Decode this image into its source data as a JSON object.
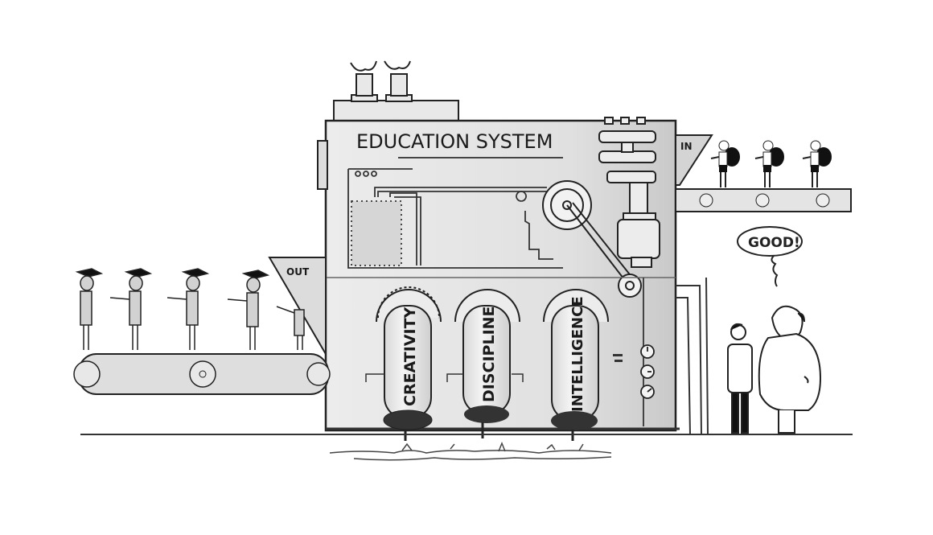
{
  "cartoon": {
    "machine": {
      "title": "EDUCATION SYSTEM",
      "input_sign": "IN",
      "output_sign": "OUT",
      "pipes": [
        {
          "label": "CREATIVITY"
        },
        {
          "label": "DISCIPLINE"
        },
        {
          "label": "INTELLIGENCE"
        }
      ]
    },
    "speech_bubble": {
      "text": "GOOD!"
    },
    "characters": {
      "input_kids_count": 3,
      "graduates_count": 5,
      "observers": [
        "child",
        "adult"
      ]
    },
    "colors": {
      "ink": "#1a1a1a",
      "machine_fill": "#e2e2e2",
      "machine_shade": "#c8c8c8",
      "background": "#ffffff"
    }
  }
}
